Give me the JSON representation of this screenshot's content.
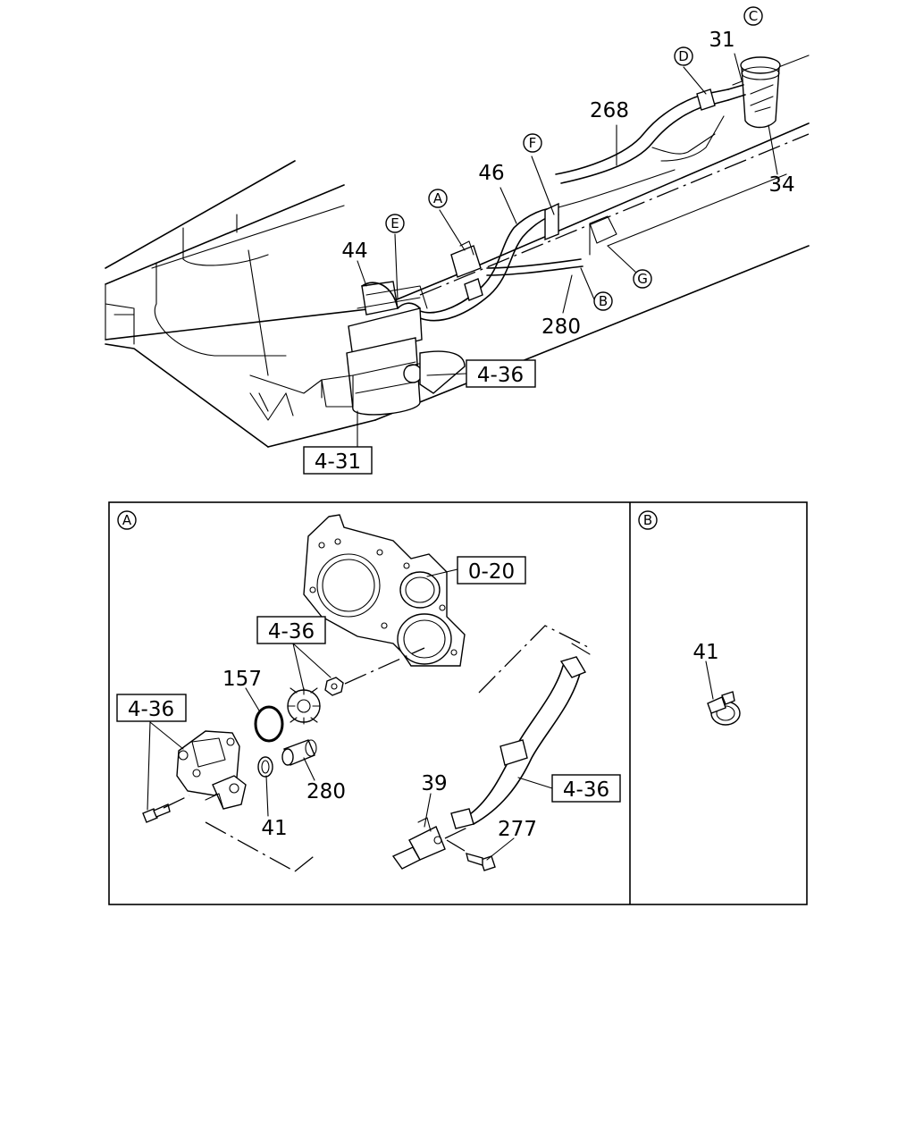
{
  "callouts": {
    "c_top": "C",
    "d_top": "D",
    "f_top": "F",
    "a_top": "A",
    "e_top": "E",
    "g_top": "G",
    "b_top": "B",
    "a_panel": "A",
    "b_panel": "B"
  },
  "labels": {
    "p31": "31",
    "p268": "268",
    "p34": "34",
    "p46": "46",
    "p44": "44",
    "p280_top": "280",
    "p157": "157",
    "p280_panel": "280",
    "p41_panel": "41",
    "p39": "39",
    "p277": "277",
    "p41_b": "41"
  },
  "refs": {
    "r436_top": "4-36",
    "r431": "4-31",
    "r020": "0-20",
    "r436_a1": "4-36",
    "r436_a2": "4-36",
    "r436_a3": "4-36"
  }
}
